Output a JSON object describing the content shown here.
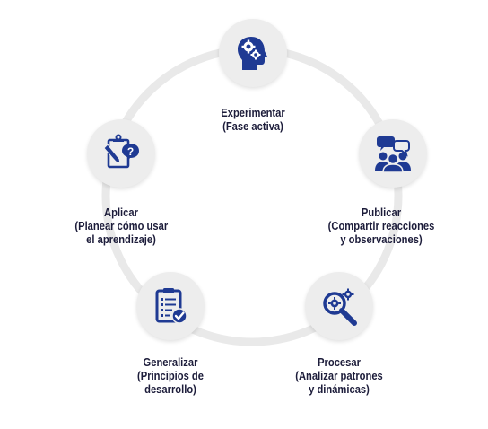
{
  "stages": [
    {
      "id": "experimentar",
      "icon": "head-gears-icon",
      "title": "Experimentar",
      "lines": [
        "(Fase activa)"
      ]
    },
    {
      "id": "publicar",
      "icon": "group-chat-icon",
      "title": "Publicar",
      "lines": [
        "(Compartir reacciones",
        "y observaciones)"
      ]
    },
    {
      "id": "procesar",
      "icon": "magnifier-gears-icon",
      "title": "Procesar",
      "lines": [
        "(Analizar patrones",
        "y dinámicas)"
      ]
    },
    {
      "id": "generalizar",
      "icon": "clipboard-check-icon",
      "title": "Generalizar",
      "lines": [
        "(Principios de",
        "desarrollo)"
      ]
    },
    {
      "id": "aplicar",
      "icon": "pencil-question-icon",
      "title": "Aplicar",
      "lines": [
        "(Planear cómo usar",
        "el aprendizaje)"
      ]
    }
  ],
  "colors": {
    "icon": "#1f3a93",
    "node": "#ededed",
    "ring": "#e9e9e9",
    "text": "#1c1c3a"
  }
}
